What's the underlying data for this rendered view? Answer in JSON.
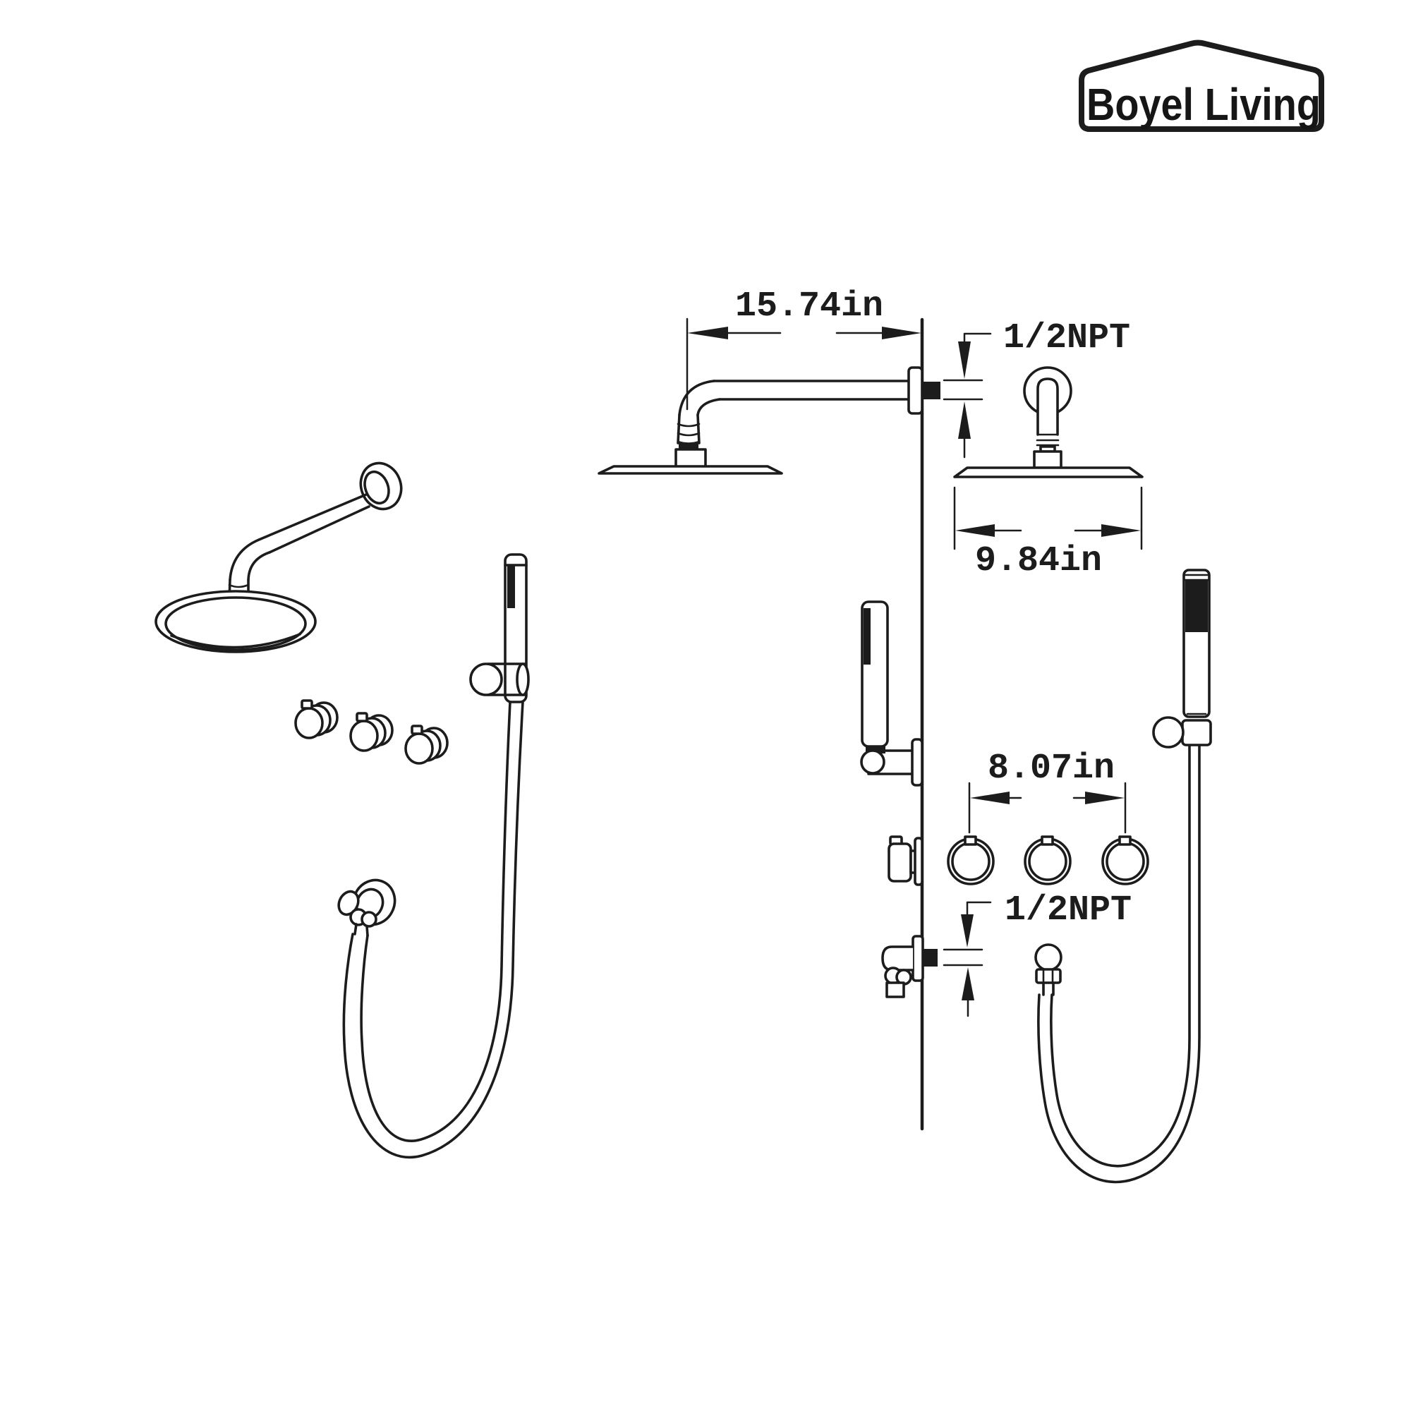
{
  "page": {
    "background_color": "#ffffff",
    "line_color": "#1c1c1c"
  },
  "logo": {
    "text": "Boyel Living"
  },
  "annotations": {
    "arm_length": "15.74in",
    "top_thread": "1/2NPT",
    "head_diameter": "9.84in",
    "valve_spacing": "8.07in",
    "bottom_thread": "1/2NPT"
  }
}
